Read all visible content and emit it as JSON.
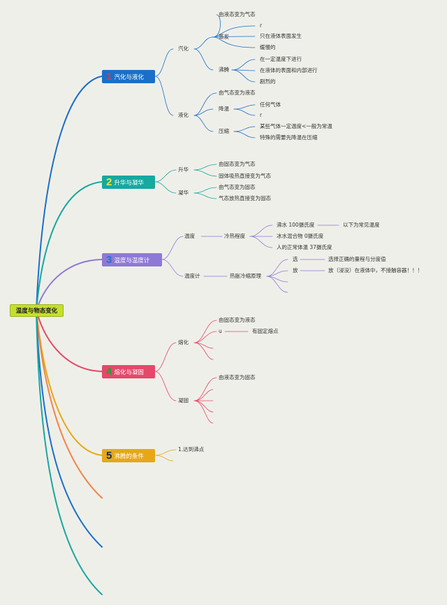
{
  "root": "温度与物态变化",
  "colors": {
    "b1": "#1b6fc9",
    "b2": "#17a8a0",
    "b3": "#8e79d6",
    "b4": "#e5486a",
    "b5": "#e6a817",
    "n1": "#e2343f",
    "n2": "#f2e23a",
    "n3": "#2d6fd2",
    "n4": "#2f9a37",
    "n5": "#1b2b55",
    "extra1": "#f2844a",
    "extra2": "#1b6fc9",
    "extra3": "#17a8a0"
  },
  "b1": {
    "num": "1",
    "label": "汽化与液化",
    "qihua": "汽化",
    "yehua": "液化",
    "zhengfa": "蒸发",
    "feiteng": "沸腾",
    "zf1": "由液态变为气态",
    "zf2": "r",
    "zf3": "只在液体表面发生",
    "zf4": "缓慢的",
    "ft1": "在一定温度下进行",
    "ft2": "在液体的表面和内部进行",
    "ft3": "剧烈的",
    "yh1": "由气态变为液态",
    "jiangwen": "降温",
    "yasuo": "压缩",
    "jw1": "任何气体",
    "jw2": "r",
    "ys1": "某些气体一定温度<一般为常温",
    "ys2": "特殊的需要先降温在压缩"
  },
  "b2": {
    "num": "2",
    "label": "升华与凝华",
    "shenghua": "升华",
    "ninghua": "凝华",
    "sh1": "由固态变为气态",
    "sh2": "固体吸热直接变为气态",
    "nh1": "由气态变为固态",
    "nh2": "气态放热直接变为固态"
  },
  "b3": {
    "num": "3",
    "label": "温度与温度计",
    "wendu": "温度",
    "lenre": "冷热程度",
    "w1": "沸水 100摄氏度",
    "w2": "冰水混合物 0摄氏度",
    "w3": "人的正常体温 37摄氏度",
    "w1b": "以下为常见温度",
    "wenduji": "温度计",
    "yuanli": "热胀冷缩原理",
    "xuan": "选",
    "xuan_t": "选择正确的量程与分度值",
    "fang": "放",
    "fang_t": "放（浸没）在液体中，不接触容器！！！"
  },
  "b4": {
    "num": "4",
    "label": "熔化与凝固",
    "ronghua": "熔化",
    "ninggu": "凝固",
    "rh1": "由固态变为液态",
    "rh2": "u",
    "rh2b": "有固定熔点",
    "ng1": "由液态变为固态"
  },
  "b5": {
    "num": "5",
    "label": "沸腾的条件",
    "c1": "1.达到沸点"
  }
}
